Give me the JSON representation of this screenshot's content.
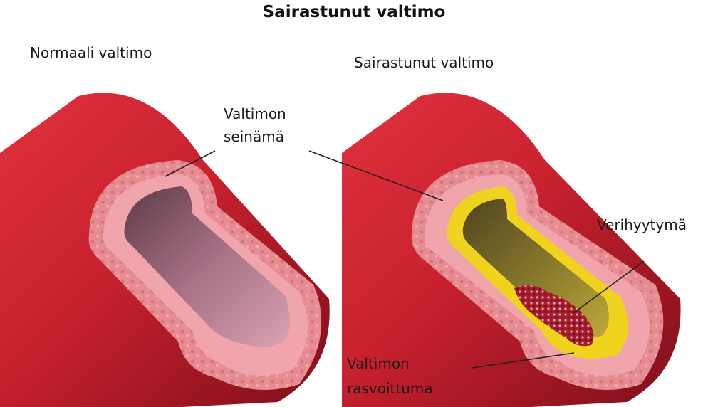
{
  "title": "Sairastunut valtimo",
  "labels": {
    "normal": "Normaali valtimo",
    "diseased": "Sairastunut valtimo",
    "wall_line1": "Valtimon",
    "wall_line2": "seinämä",
    "clot": "Verihyytymä",
    "plaque_line1": "Valtimon",
    "plaque_line2": "rasvoittuma"
  },
  "colors": {
    "artery_outer": "#c8212e",
    "artery_dark": "#8e1420",
    "wall_tissue": "#e58b90",
    "lumen_normal": "#9c6a7e",
    "plaque": "#f0d31e",
    "lumen_diseased": "#8f7a2a",
    "clot": "#9c1b2a"
  }
}
